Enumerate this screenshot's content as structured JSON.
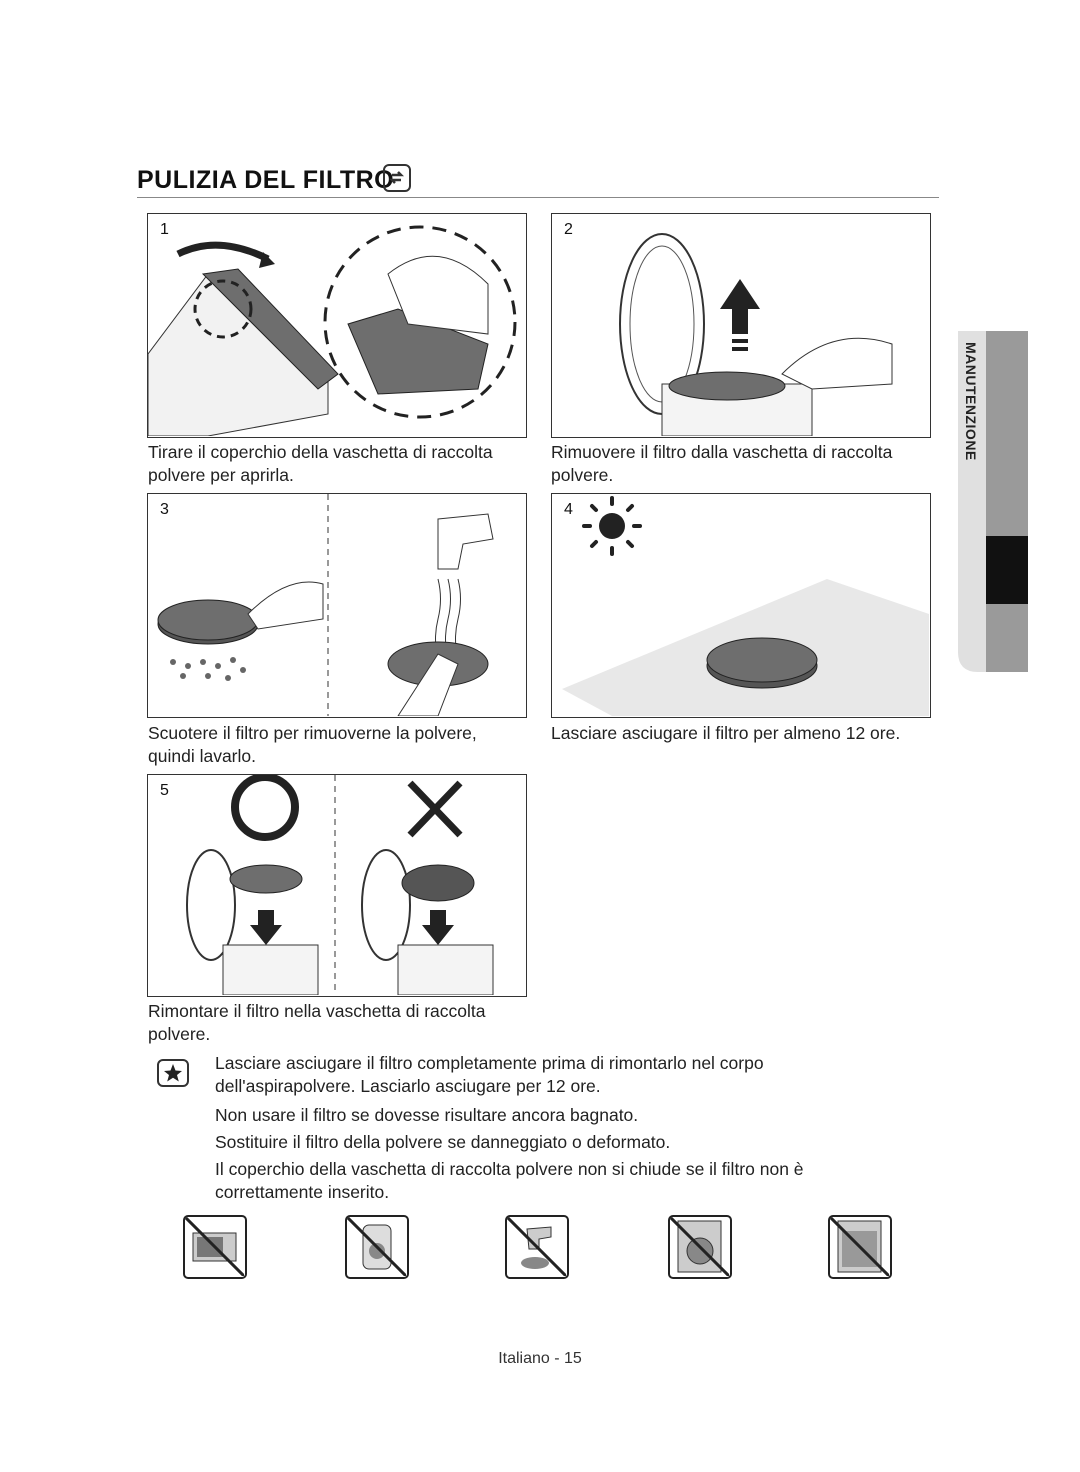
{
  "section": {
    "title": "PULIZIA DEL FILTRO",
    "side_tab": "MANUTENZIONE"
  },
  "steps": [
    {
      "number": "1",
      "caption": "Tirare il coperchio della vaschetta di raccolta polvere per aprirla."
    },
    {
      "number": "2",
      "caption": "Rimuovere il filtro dalla vaschetta di raccolta polvere."
    },
    {
      "number": "3",
      "caption": "Scuotere il filtro per rimuoverne la polvere, quindi lavarlo."
    },
    {
      "number": "4",
      "caption": "Lasciare asciugare il filtro per almeno 12 ore."
    },
    {
      "number": "5",
      "caption": "Rimontare il filtro nella vaschetta di raccolta polvere."
    }
  ],
  "notes": [
    "Lasciare asciugare il filtro completamente prima di rimontarlo nel corpo dell'aspirapolvere. Lasciarlo asciugare per 12 ore.",
    "Non usare il filtro se dovesse risultare ancora bagnato.",
    "Sostituire il filtro della polvere se danneggiato o deformato.",
    "Il coperchio della vaschetta di raccolta polvere non si chiude se il filtro non è correttamente inserito."
  ],
  "icons": {
    "title": "plug-icon",
    "note": "star-icon",
    "bottom": [
      "no-microwave-icon",
      "no-dryer-icon",
      "no-tap-water-hot-icon",
      "no-washing-machine-icon",
      "no-dishwasher-icon"
    ]
  },
  "colors": {
    "filter": "#6e6e6e",
    "side_tab": "#9a9a9a",
    "side_tab_active": "#111111"
  },
  "footer": "Italiano - 15"
}
